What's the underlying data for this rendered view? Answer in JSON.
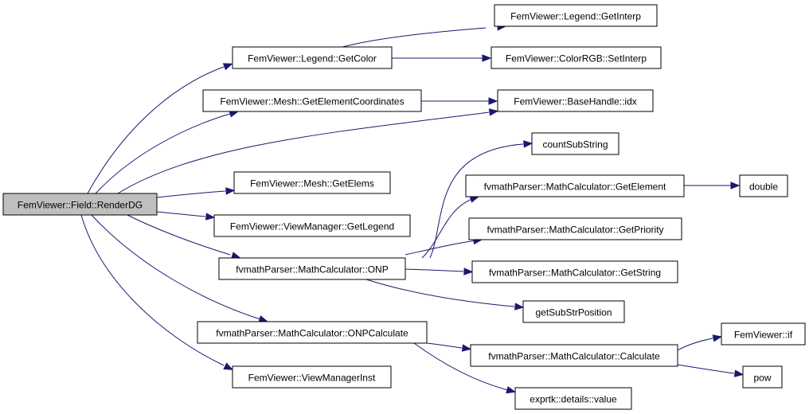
{
  "colors": {
    "edge": "#191970",
    "root_fill": "#bfbfbf",
    "node_fill": "#ffffff"
  },
  "nodes": [
    {
      "id": "root",
      "label": "FemViewer::Field::RenderDG",
      "root": true
    },
    {
      "id": "legend_getcolor",
      "label": "FemViewer::Legend::GetColor"
    },
    {
      "id": "legend_getinterp",
      "label": "FemViewer::Legend::GetInterp"
    },
    {
      "id": "colorrgb_setinterp",
      "label": "FemViewer::ColorRGB::SetInterp"
    },
    {
      "id": "mesh_getelemcoords",
      "label": "FemViewer::Mesh::GetElementCoordinates"
    },
    {
      "id": "basehandle_idx",
      "label": "FemViewer::BaseHandle::idx"
    },
    {
      "id": "countsubstring",
      "label": "countSubString"
    },
    {
      "id": "mesh_getelems",
      "label": "FemViewer::Mesh::GetElems"
    },
    {
      "id": "mc_getelement",
      "label": "fvmathParser::MathCalculator::GetElement"
    },
    {
      "id": "double",
      "label": "double"
    },
    {
      "id": "vm_getlegend",
      "label": "FemViewer::ViewManager::GetLegend"
    },
    {
      "id": "mc_getpriority",
      "label": "fvmathParser::MathCalculator::GetPriority"
    },
    {
      "id": "mc_onp",
      "label": "fvmathParser::MathCalculator::ONP"
    },
    {
      "id": "mc_getstring",
      "label": "fvmathParser::MathCalculator::GetString"
    },
    {
      "id": "getsubstrposition",
      "label": "getSubStrPosition"
    },
    {
      "id": "mc_onpcalculate",
      "label": "fvmathParser::MathCalculator::ONPCalculate"
    },
    {
      "id": "femviewer_if",
      "label": "FemViewer::if"
    },
    {
      "id": "mc_calculate",
      "label": "fvmathParser::MathCalculator::Calculate"
    },
    {
      "id": "pow",
      "label": "pow"
    },
    {
      "id": "vm_inst",
      "label": "FemViewer::ViewManagerInst"
    },
    {
      "id": "exprtk_value",
      "label": "exprtk::details::value"
    }
  ],
  "edges": [
    {
      "from": "root",
      "to": "legend_getcolor"
    },
    {
      "from": "root",
      "to": "mesh_getelemcoords"
    },
    {
      "from": "root",
      "to": "basehandle_idx"
    },
    {
      "from": "root",
      "to": "mesh_getelems"
    },
    {
      "from": "root",
      "to": "vm_getlegend"
    },
    {
      "from": "root",
      "to": "mc_onp"
    },
    {
      "from": "root",
      "to": "mc_onpcalculate"
    },
    {
      "from": "root",
      "to": "vm_inst"
    },
    {
      "from": "legend_getcolor",
      "to": "legend_getinterp"
    },
    {
      "from": "legend_getcolor",
      "to": "colorrgb_setinterp"
    },
    {
      "from": "mesh_getelemcoords",
      "to": "basehandle_idx"
    },
    {
      "from": "mc_onp",
      "to": "countsubstring"
    },
    {
      "from": "mc_onp",
      "to": "mc_getelement"
    },
    {
      "from": "mc_onp",
      "to": "mc_getpriority"
    },
    {
      "from": "mc_onp",
      "to": "mc_getstring"
    },
    {
      "from": "mc_onp",
      "to": "getsubstrposition"
    },
    {
      "from": "mc_getelement",
      "to": "double"
    },
    {
      "from": "mc_onpcalculate",
      "to": "mc_calculate"
    },
    {
      "from": "mc_onpcalculate",
      "to": "exprtk_value"
    },
    {
      "from": "mc_calculate",
      "to": "femviewer_if"
    },
    {
      "from": "mc_calculate",
      "to": "pow"
    }
  ]
}
